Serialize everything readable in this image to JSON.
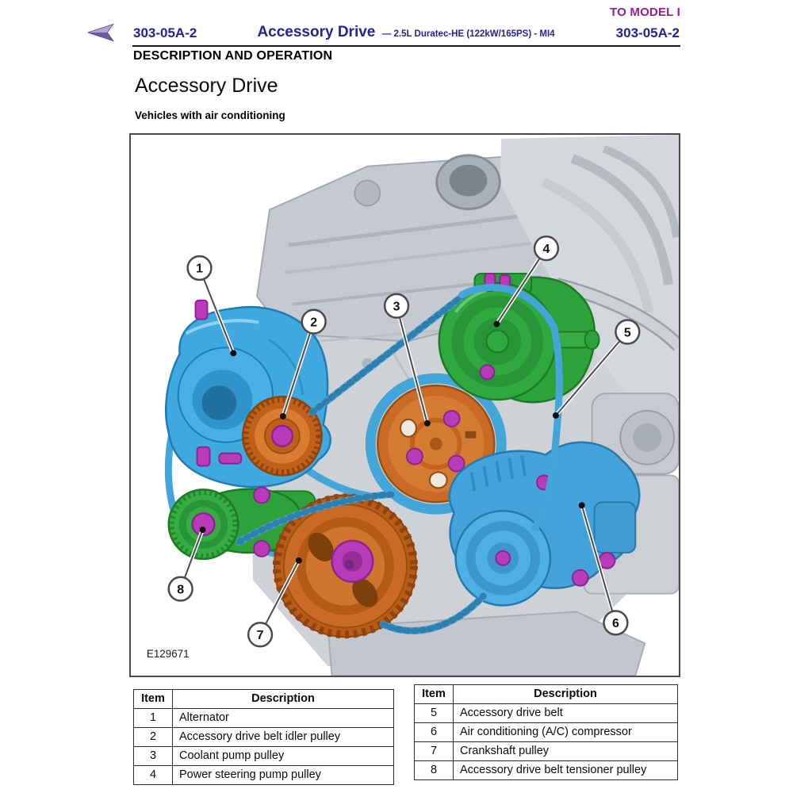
{
  "header": {
    "top_link": "TO MODEL I",
    "code_left": "303-05A-2",
    "title": "Accessory Drive",
    "subtitle": "— 2.5L Duratec-HE (122kW/165PS) - MI4",
    "code_right": "303-05A-2"
  },
  "section_heading": "DESCRIPTION AND OPERATION",
  "topic_title": "Accessory Drive",
  "variant_heading": "Vehicles with air conditioning",
  "figure": {
    "code": "E129671",
    "callouts": [
      "1",
      "2",
      "3",
      "4",
      "5",
      "6",
      "7",
      "8"
    ]
  },
  "tables": {
    "left": {
      "headers": {
        "item": "Item",
        "desc": "Description"
      },
      "rows": [
        {
          "item": "1",
          "desc": "Alternator"
        },
        {
          "item": "2",
          "desc": "Accessory drive belt idler pulley"
        },
        {
          "item": "3",
          "desc": "Coolant pump pulley"
        },
        {
          "item": "4",
          "desc": "Power steering pump pulley"
        }
      ]
    },
    "right": {
      "headers": {
        "item": "Item",
        "desc": "Description"
      },
      "rows": [
        {
          "item": "5",
          "desc": "Accessory drive belt"
        },
        {
          "item": "6",
          "desc": "Air conditioning (A/C) compressor"
        },
        {
          "item": "7",
          "desc": "Crankshaft pulley"
        },
        {
          "item": "8",
          "desc": "Accessory drive belt tensioner pulley"
        }
      ]
    }
  },
  "colors": {
    "link_magenta": "#9b1b92",
    "header_navy": "#22229b",
    "belt_blue": "#44a5d8",
    "component_blue": "#3fa9e0",
    "component_orange": "#c96b26",
    "component_green": "#2fa83d",
    "bolt_magenta": "#b83cba",
    "engine_gray": "#ced2d7"
  }
}
